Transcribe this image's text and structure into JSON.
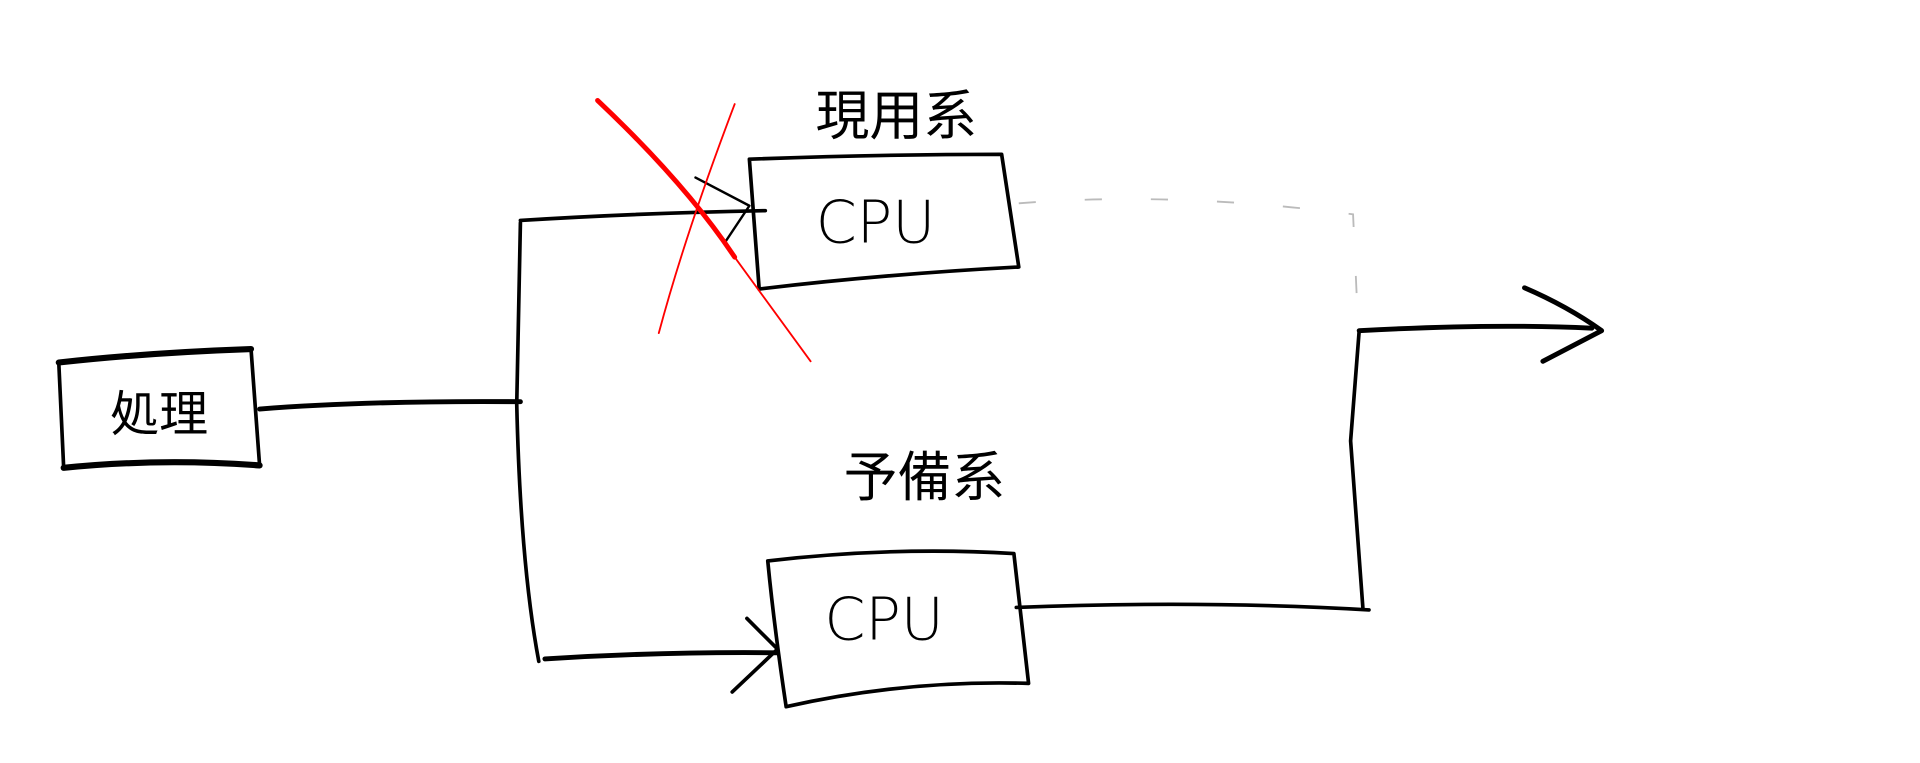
{
  "diagram": {
    "process_box": {
      "label": "処理"
    },
    "active_system": {
      "label": "現用系",
      "cpu_label": "CPU",
      "status": "failed"
    },
    "standby_system": {
      "label": "予備系",
      "cpu_label": "CPU"
    },
    "colors": {
      "ink": "#000000",
      "failure_mark": "#ff0000",
      "inactive_line": "#bbbbbb"
    }
  }
}
